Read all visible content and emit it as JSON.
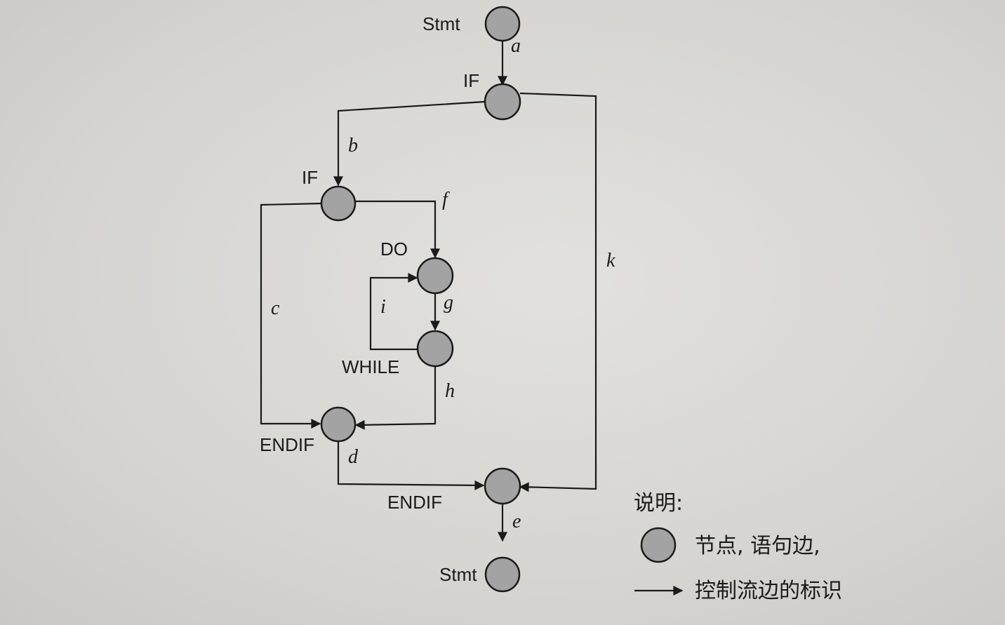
{
  "nodes": {
    "stmt_top": "Stmt",
    "if_outer": "IF",
    "if_inner": "IF",
    "do": "DO",
    "while": "WHILE",
    "endif_inner": "ENDIF",
    "endif_outer": "ENDIF",
    "stmt_bottom": "Stmt"
  },
  "edges": {
    "a": "a",
    "b": "b",
    "c": "c",
    "d": "d",
    "e": "e",
    "f": "f",
    "g": "g",
    "h": "h",
    "i": "i",
    "k": "k"
  },
  "legend": {
    "title": "说明:",
    "node_desc": "节点, 语句边,",
    "arrow_desc": "控制流边的标识"
  }
}
